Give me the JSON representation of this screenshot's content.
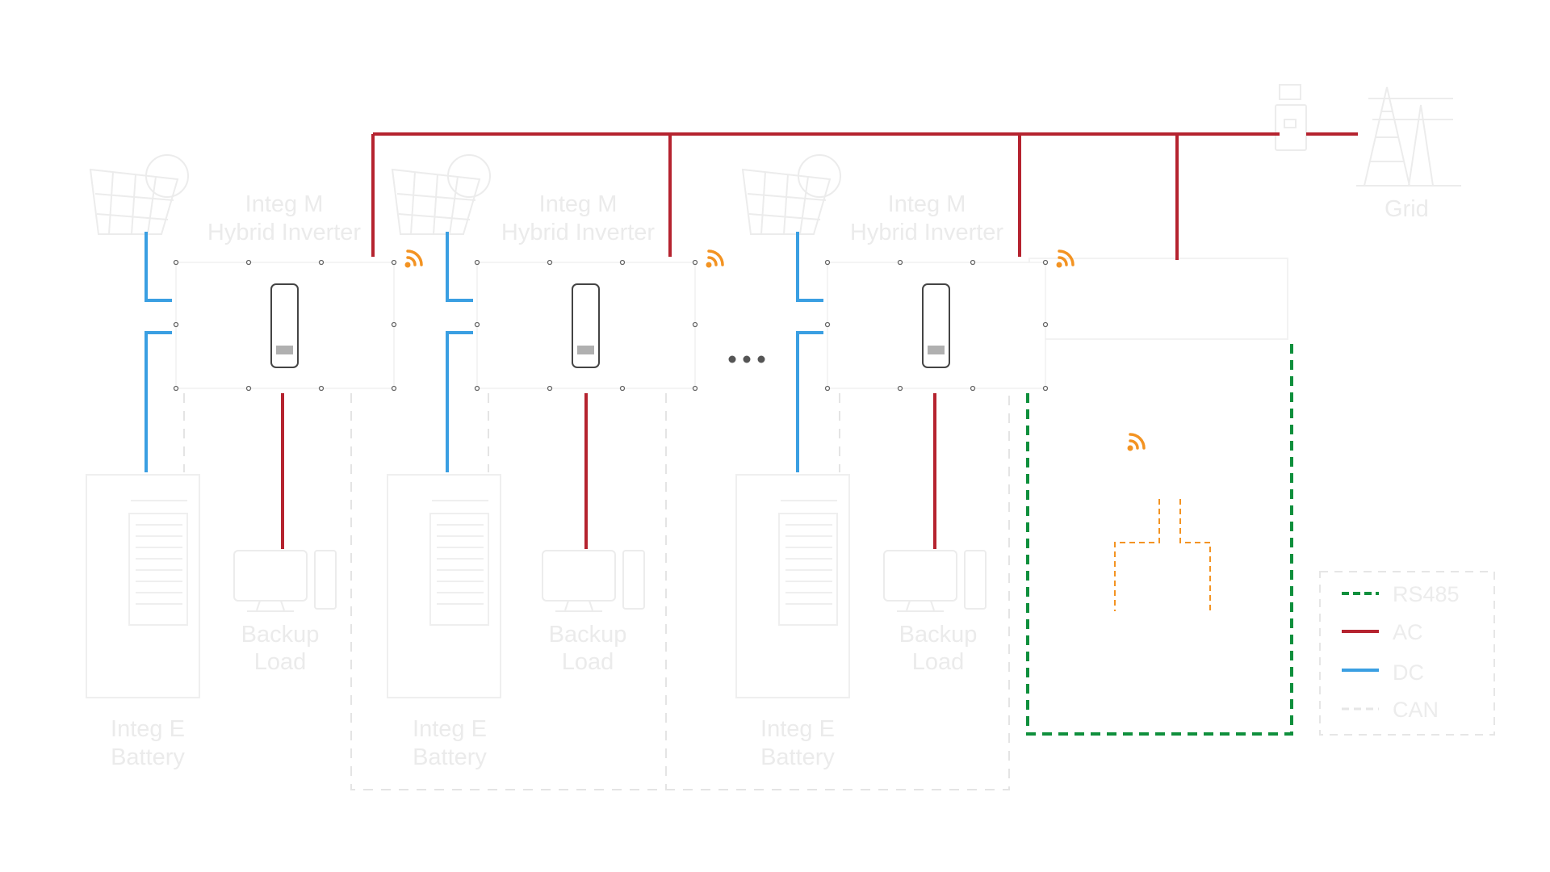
{
  "colors": {
    "ac": "#b5232f",
    "dc": "#3a9fe2",
    "rs485": "#0f8f3c",
    "can": "#e4e4e4",
    "wifi": "#f39322",
    "faint": "#ebebeb",
    "dots": "#555555"
  },
  "units": [
    {
      "inverter_label_line1": "Integ M",
      "inverter_label_line2": "Hybrid Inverter",
      "battery_label_line1": "Integ E",
      "battery_label_line2": "Battery",
      "load_label_line1": "Backup",
      "load_label_line2": "Load",
      "icons": {
        "solar": "solar-panel-icon",
        "wifi": "wifi-icon",
        "battery": "battery-cabinet-icon",
        "load": "computer-icon"
      }
    },
    {
      "inverter_label_line1": "Integ M",
      "inverter_label_line2": "Hybrid Inverter",
      "battery_label_line1": "Integ E",
      "battery_label_line2": "Battery",
      "load_label_line1": "Backup",
      "load_label_line2": "Load",
      "icons": {
        "solar": "solar-panel-icon",
        "wifi": "wifi-icon",
        "battery": "battery-cabinet-icon",
        "load": "computer-icon"
      }
    },
    {
      "inverter_label_line1": "Integ M",
      "inverter_label_line2": "Hybrid Inverter",
      "battery_label_line1": "Integ E",
      "battery_label_line2": "Battery",
      "load_label_line1": "Backup",
      "load_label_line2": "Load",
      "icons": {
        "solar": "solar-panel-icon",
        "wifi": "wifi-icon",
        "battery": "battery-cabinet-icon",
        "load": "computer-icon"
      }
    }
  ],
  "grid": {
    "label": "Grid",
    "icons": {
      "meter": "meter-icon",
      "tower": "transmission-tower-icon"
    }
  },
  "controller": {
    "icons": {
      "wifi": "wifi-icon",
      "plug": "plug-icon"
    }
  },
  "legend": {
    "items": [
      {
        "label": "RS485",
        "key": "rs485",
        "style": "dashed"
      },
      {
        "label": "AC",
        "key": "ac",
        "style": "solid"
      },
      {
        "label": "DC",
        "key": "dc",
        "style": "solid"
      },
      {
        "label": "CAN",
        "key": "can",
        "style": "dashed"
      }
    ]
  }
}
